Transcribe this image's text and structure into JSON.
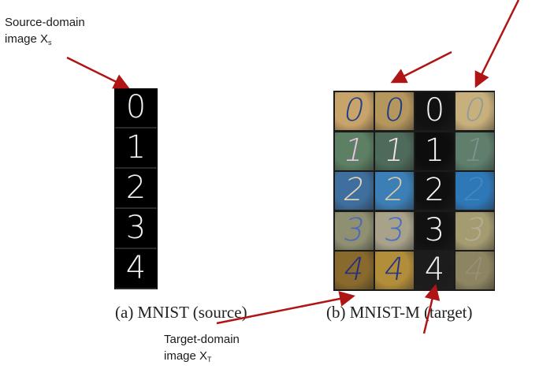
{
  "labels": {
    "source_line1": "Source-domain",
    "source_line2": "image X",
    "source_sub": "s",
    "target_line1": "Target-domain",
    "target_line2": "image X",
    "target_sub": "T"
  },
  "captions": {
    "left": "(a) MNIST (source)",
    "right": "(b) MNIST-M (target)"
  },
  "source_digits": [
    "0",
    "1",
    "2",
    "3",
    "4"
  ],
  "target_rows": [
    [
      "0",
      "0",
      "0",
      "0"
    ],
    [
      "1",
      "1",
      "1",
      "1"
    ],
    [
      "2",
      "2",
      "2",
      "2"
    ],
    [
      "3",
      "3",
      "3",
      "3"
    ],
    [
      "4",
      "4",
      "4",
      "4"
    ]
  ],
  "colors": {
    "arrow": "#b01515",
    "source_bg": "#000000",
    "target_backgrounds": [
      [
        "#c9a46a",
        "#b5975e",
        "#111111",
        "#c8b07c"
      ],
      [
        "#5d7f63",
        "#4e6a5a",
        "#0d0d0d",
        "#5f7f6c"
      ],
      [
        "#3f6f9e",
        "#3c7fb6",
        "#0f0f0f",
        "#2f78b8"
      ],
      [
        "#8f8f72",
        "#a8a28a",
        "#111111",
        "#a49b70"
      ],
      [
        "#8a6a2c",
        "#b38e3a",
        "#1c1c1c",
        "#8d8461"
      ]
    ],
    "target_digit_colors": [
      [
        "#1f3e8a",
        "#1c3d86",
        "#f0f0f0",
        "#6b8fa8"
      ],
      [
        "#e8c6e6",
        "#f1e4ec",
        "#f5f5f5",
        "#8aa4a0"
      ],
      [
        "#e8d6b8",
        "#d8c8a8",
        "#f5f5f5",
        "#4a98c8"
      ],
      [
        "#4d68b8",
        "#4a6cc2",
        "#f5f5f5",
        "#bdbdb0"
      ],
      [
        "#1e2e84",
        "#23338a",
        "#eeeeee",
        "#9f9788"
      ]
    ]
  }
}
